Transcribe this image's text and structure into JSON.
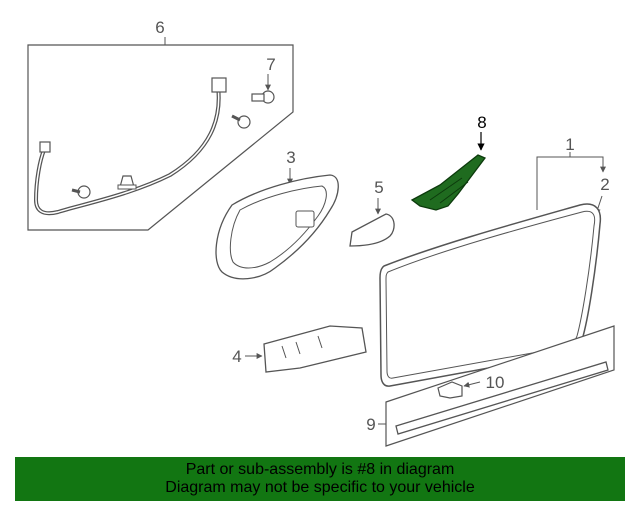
{
  "callouts": {
    "c1": "1",
    "c2": "2",
    "c3": "3",
    "c4": "4",
    "c5": "5",
    "c6": "6",
    "c7": "7",
    "c8": "8",
    "c9": "9",
    "c10": "10"
  },
  "highlighted_part": "8",
  "banner": {
    "line1": "Part or sub-assembly is #8 in diagram",
    "line2": "Diagram may not be specific to your vehicle"
  },
  "colors": {
    "banner_bg": "#127612",
    "highlight_part": "#1f6b1f",
    "line_art": "#555555"
  }
}
